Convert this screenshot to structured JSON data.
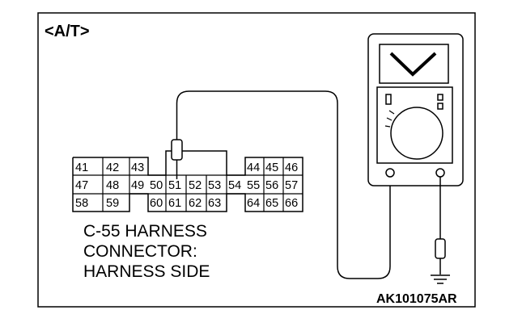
{
  "title": "<A/T>",
  "figure_code": "AK101075AR",
  "connector": {
    "caption_lines": [
      "C-55 HARNESS",
      "CONNECTOR:",
      "HARNESS SIDE"
    ],
    "pins": [
      "41",
      "42",
      "43",
      "44",
      "45",
      "46",
      "47",
      "48",
      "49",
      "50",
      "51",
      "52",
      "53",
      "54",
      "55",
      "56",
      "57",
      "58",
      "59",
      "60",
      "61",
      "62",
      "63",
      "64",
      "65",
      "66"
    ]
  },
  "meter": {
    "display_mode_glyph": "V",
    "display_mode": "voltage"
  },
  "colors": {
    "line": "#000000",
    "background": "#ffffff"
  }
}
